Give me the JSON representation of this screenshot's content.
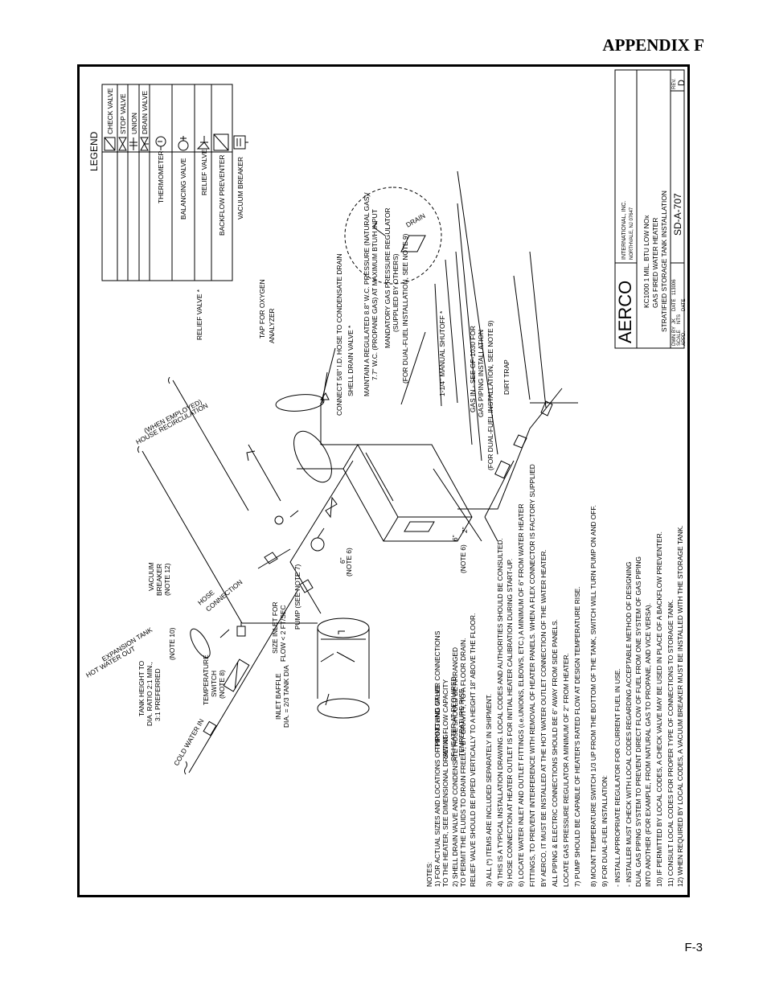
{
  "header": {
    "appendix": "APPENDIX F"
  },
  "footer": {
    "page_number": "F-3"
  },
  "legend": {
    "title": "LEGEND",
    "items": [
      {
        "icon": "check-valve-icon",
        "label": "CHECK VALVE"
      },
      {
        "icon": "stop-valve-icon",
        "label": "STOP VALVE"
      },
      {
        "icon": "union-icon",
        "label": "UNION"
      },
      {
        "icon": "drain-valve-icon",
        "label": "DRAIN VALVE"
      },
      {
        "icon": "thermometer-icon",
        "label": "THERMOMETER"
      },
      {
        "icon": "balancing-valve-icon",
        "label": "BALANCING VALVE"
      },
      {
        "icon": "relief-valve-icon",
        "label": "RELIEF VALVE"
      },
      {
        "icon": "backflow-preventer-icon",
        "label": "BACKFLOW PREVENTER"
      },
      {
        "icon": "vacuum-breaker-icon",
        "label": "VACUUM BREAKER"
      }
    ]
  },
  "title_block": {
    "logo": "AERCO",
    "company": "INTERNATIONAL, INC.",
    "address": "NORTHVALE, NJ  07647",
    "desc1": "KC1000 1 MIL. BTU LOW NOx",
    "desc2": "GAS FIRED WATER HEATER",
    "desc3": "STRATIFIED STORAGE TANK INSTALLATION",
    "dwn_label": "DWN BY",
    "dwn_value": "JK",
    "date_label": "DATE",
    "date_value": "113006",
    "scale_label": "SCALE",
    "scale_value": "NTS",
    "appd_label": "APPD.",
    "date2_label": "DATE",
    "drawing_no": "SD-A-707",
    "rev_label": "REV.",
    "rev_value": "D"
  },
  "labels": {
    "cold_water_in": "COLD WATER IN",
    "hot_water_out": "HOT WATER OUT",
    "expansion_tank": "EXPANSION TANK",
    "house_recirc": "HOUSE RECIRCULATION",
    "when_employed": "(WHEN EMPLOYED)",
    "hose_connection_1": "HOSE",
    "hose_connection_2": "CONNECTION",
    "vacuum_breaker_1": "VACUUM",
    "vacuum_breaker_2": "BREAKER",
    "vacuum_breaker_3": "(NOTE 12)",
    "tank_height_1": "TANK HEIGHT TO",
    "tank_height_2": "DIA. RATIO 2:1 MIN.,",
    "tank_height_3": "3:1 PREFERRED",
    "temp_switch_1": "TEMPERATURE",
    "temp_switch_2": "SWITCH",
    "temp_switch_3": "(NOTE 8)",
    "note10": "(NOTE 10)",
    "inlet_baffle_1": "INLET BAFFLE",
    "inlet_baffle_2": "DIA. = 2/3 TANK DIA",
    "size_inlet_1": "SIZE INLET FOR",
    "size_inlet_2": "FLOW < 2 FT/SEC",
    "pump": "PUMP (SEE NOTE 7)",
    "throttling_1": "THROTTLING VALVE",
    "throttling_2": "SET AT FLOW CAPACITY",
    "throttling_3": "OF HEATER AT REQUIRED",
    "throttling_4": "TEMPERATURE RISE",
    "relief_valve": "RELIEF VALVE *",
    "tap_1": "TAP FOR OXYGEN",
    "tap_2": "ANALYZER",
    "connect_hose": "CONNECT 5/8\" I.D. HOSE TO CONDENSATE DRAIN",
    "shell_drain": "SHELL DRAIN VALVE *",
    "maintain_1": "MAINTAIN A REGULATED 8.8\" W.C. PRESSURE (NATURAL GAS)/",
    "maintain_2": "7.7\" W.C. (PROPANE GAS) AT MAXIMUM BTU/H INPUT",
    "mandatory_1": "MANDATORY GAS PRESSURE REGULATOR",
    "mandatory_2": "(SUPPLIED BY OTHERS)",
    "mandatory_3": "(FOR DUAL-FUEL INSTALLATION, SEE NOTE 9)",
    "manual_shutoff": "1-1/4\" MANUAL SHUTOFF *",
    "gas_in_1": "GAS IN - SEE GF-1030 FOR",
    "gas_in_2": "GAS PIPING INSTALLATION",
    "gas_in_3": "(FOR DUAL-FUEL INSTALLATION, SEE NOTE 9)",
    "dirt_trap": "DIRT TRAP",
    "drain": "DRAIN",
    "dim_6": "6\"",
    "dim_2": "2\"",
    "note6_a": "(NOTE 6)",
    "note6_b": "(NOTE 6)"
  },
  "notes": [
    "NOTES:",
    "1) FOR ACTUAL SIZES AND LOCATIONS OF PIPING AND OTHER CONNECTIONS",
    "    TO THE HEATER, SEE DIMENSIONAL DRAWING",
    "2) SHELL DRAIN VALVE AND CONDENSATE HOSE SHOULD BE ARRANGED",
    "    TO PERMIT THE FLUIDS TO DRAIN FREELY, BY GRAVITY, TO A FLOOR DRAIN.",
    "    RELIEF VALVE SHOULD BE PIPED VERTICALLY TO A HEIGHT 18\" ABOVE THE FLOOR.",
    "3) ALL (*) ITEMS ARE INCLUDED SEPARATELY IN SHIPMENT.",
    "4) THIS IS A TYPICAL INSTALLATION DRAWING. LOCAL CODES AND AUTHORITIES SHOULD BE CONSULTED.",
    "5) HOSE CONNECTION AT HEATER OUTLET IS FOR INITIAL HEATER CALIBRATION DURING START-UP.",
    "6) LOCATE WATER INLET AND OUTLET FITTINGS (i.e.UNIONS, ELBOWS, ETC.) A MINIMUM OF 6\" FROM WATER HEATER",
    "    FITTINGS, TO PREVENT INTERFERENCE WITH REMOVAL OF HEATER PANELS.  WHEN A FLEX CONNECTOR IS FACTORY SUPPLIED",
    "    BY AERCO, IT MUST BE INSTALLED AT THE HOT WATER OUTLET CONNECTION OF THE WATER HEATER.",
    "    ALL PIPING & ELECTRIC CONNECTIONS SHOULD BE 6\" AWAY FROM SIDE PANELS.",
    "    LOCATE GAS PRESSURE REGULATOR A MINIMUM OF 2\" FROM HEATER.",
    "7) PUMP SHOULD BE CAPABLE OF HEATER'S RATED FLOW AT DESIGN TEMPERATURE RISE.",
    "8) MOUNT TEMPERATURE SWITCH 1/3 UP FROM THE BOTTOM OF THE TANK, SWITCH WILL TURN PUMP ON AND OFF.",
    "9) FOR DUAL-FUEL INSTALLATION:",
    "    - INSTALL APPROPRIATE REGULATOR FOR CURRENT FUEL IN USE.",
    "    - INSTALLER MUST CHECK WITH LOCAL CODES REGARDING ACCEPTABLE METHOD OF DESIGNING",
    "      DUAL GAS PIPING SYSTEM TO PREVENT DIRECT FLOW OF FUEL FROM ONE SYSTEM OF GAS PIPING",
    "      INTO ANOTHER (FOR EXAMPLE, FROM NATURAL GAS TO PROPANE, AND VICE VERSA).",
    "10) IF PERMITTED BY LOCAL CODES, A CHECK VALVE MAY BE USED IN PLACE OF A BACKFLOW PREVENTER.",
    "11) CONSULT LOCAL CODES FOR PROPER TYPE OF CONNECTIONS TO STORAGE TANK.",
    "12) WHEN REQUIRED BY LOCAL CODES, A VACUUM BREAKER MUST BE INSTALLED WITH THE STORAGE TANK."
  ]
}
